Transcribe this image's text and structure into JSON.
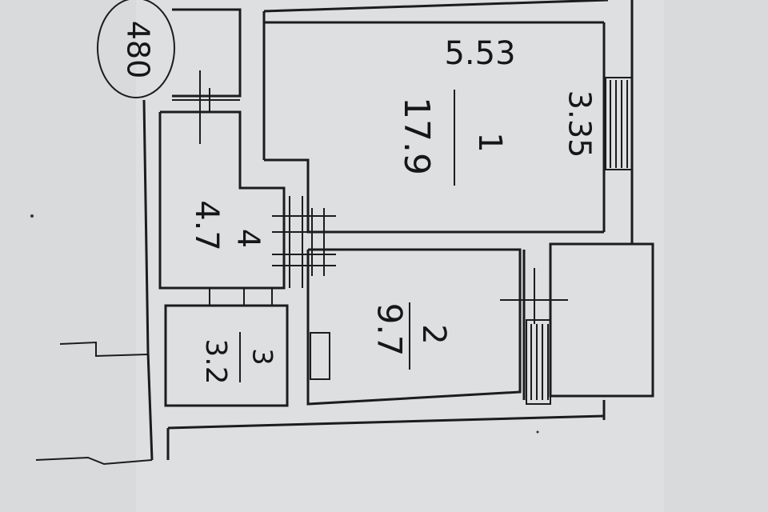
{
  "plan": {
    "stamp": "480",
    "rooms": [
      {
        "id": "1",
        "area": "17.9"
      },
      {
        "id": "2",
        "area": "9.7"
      },
      {
        "id": "3",
        "area": "3.2"
      },
      {
        "id": "4",
        "area": "4.7"
      }
    ],
    "dimensions": {
      "width": "5.53",
      "depth": "3.35"
    }
  }
}
